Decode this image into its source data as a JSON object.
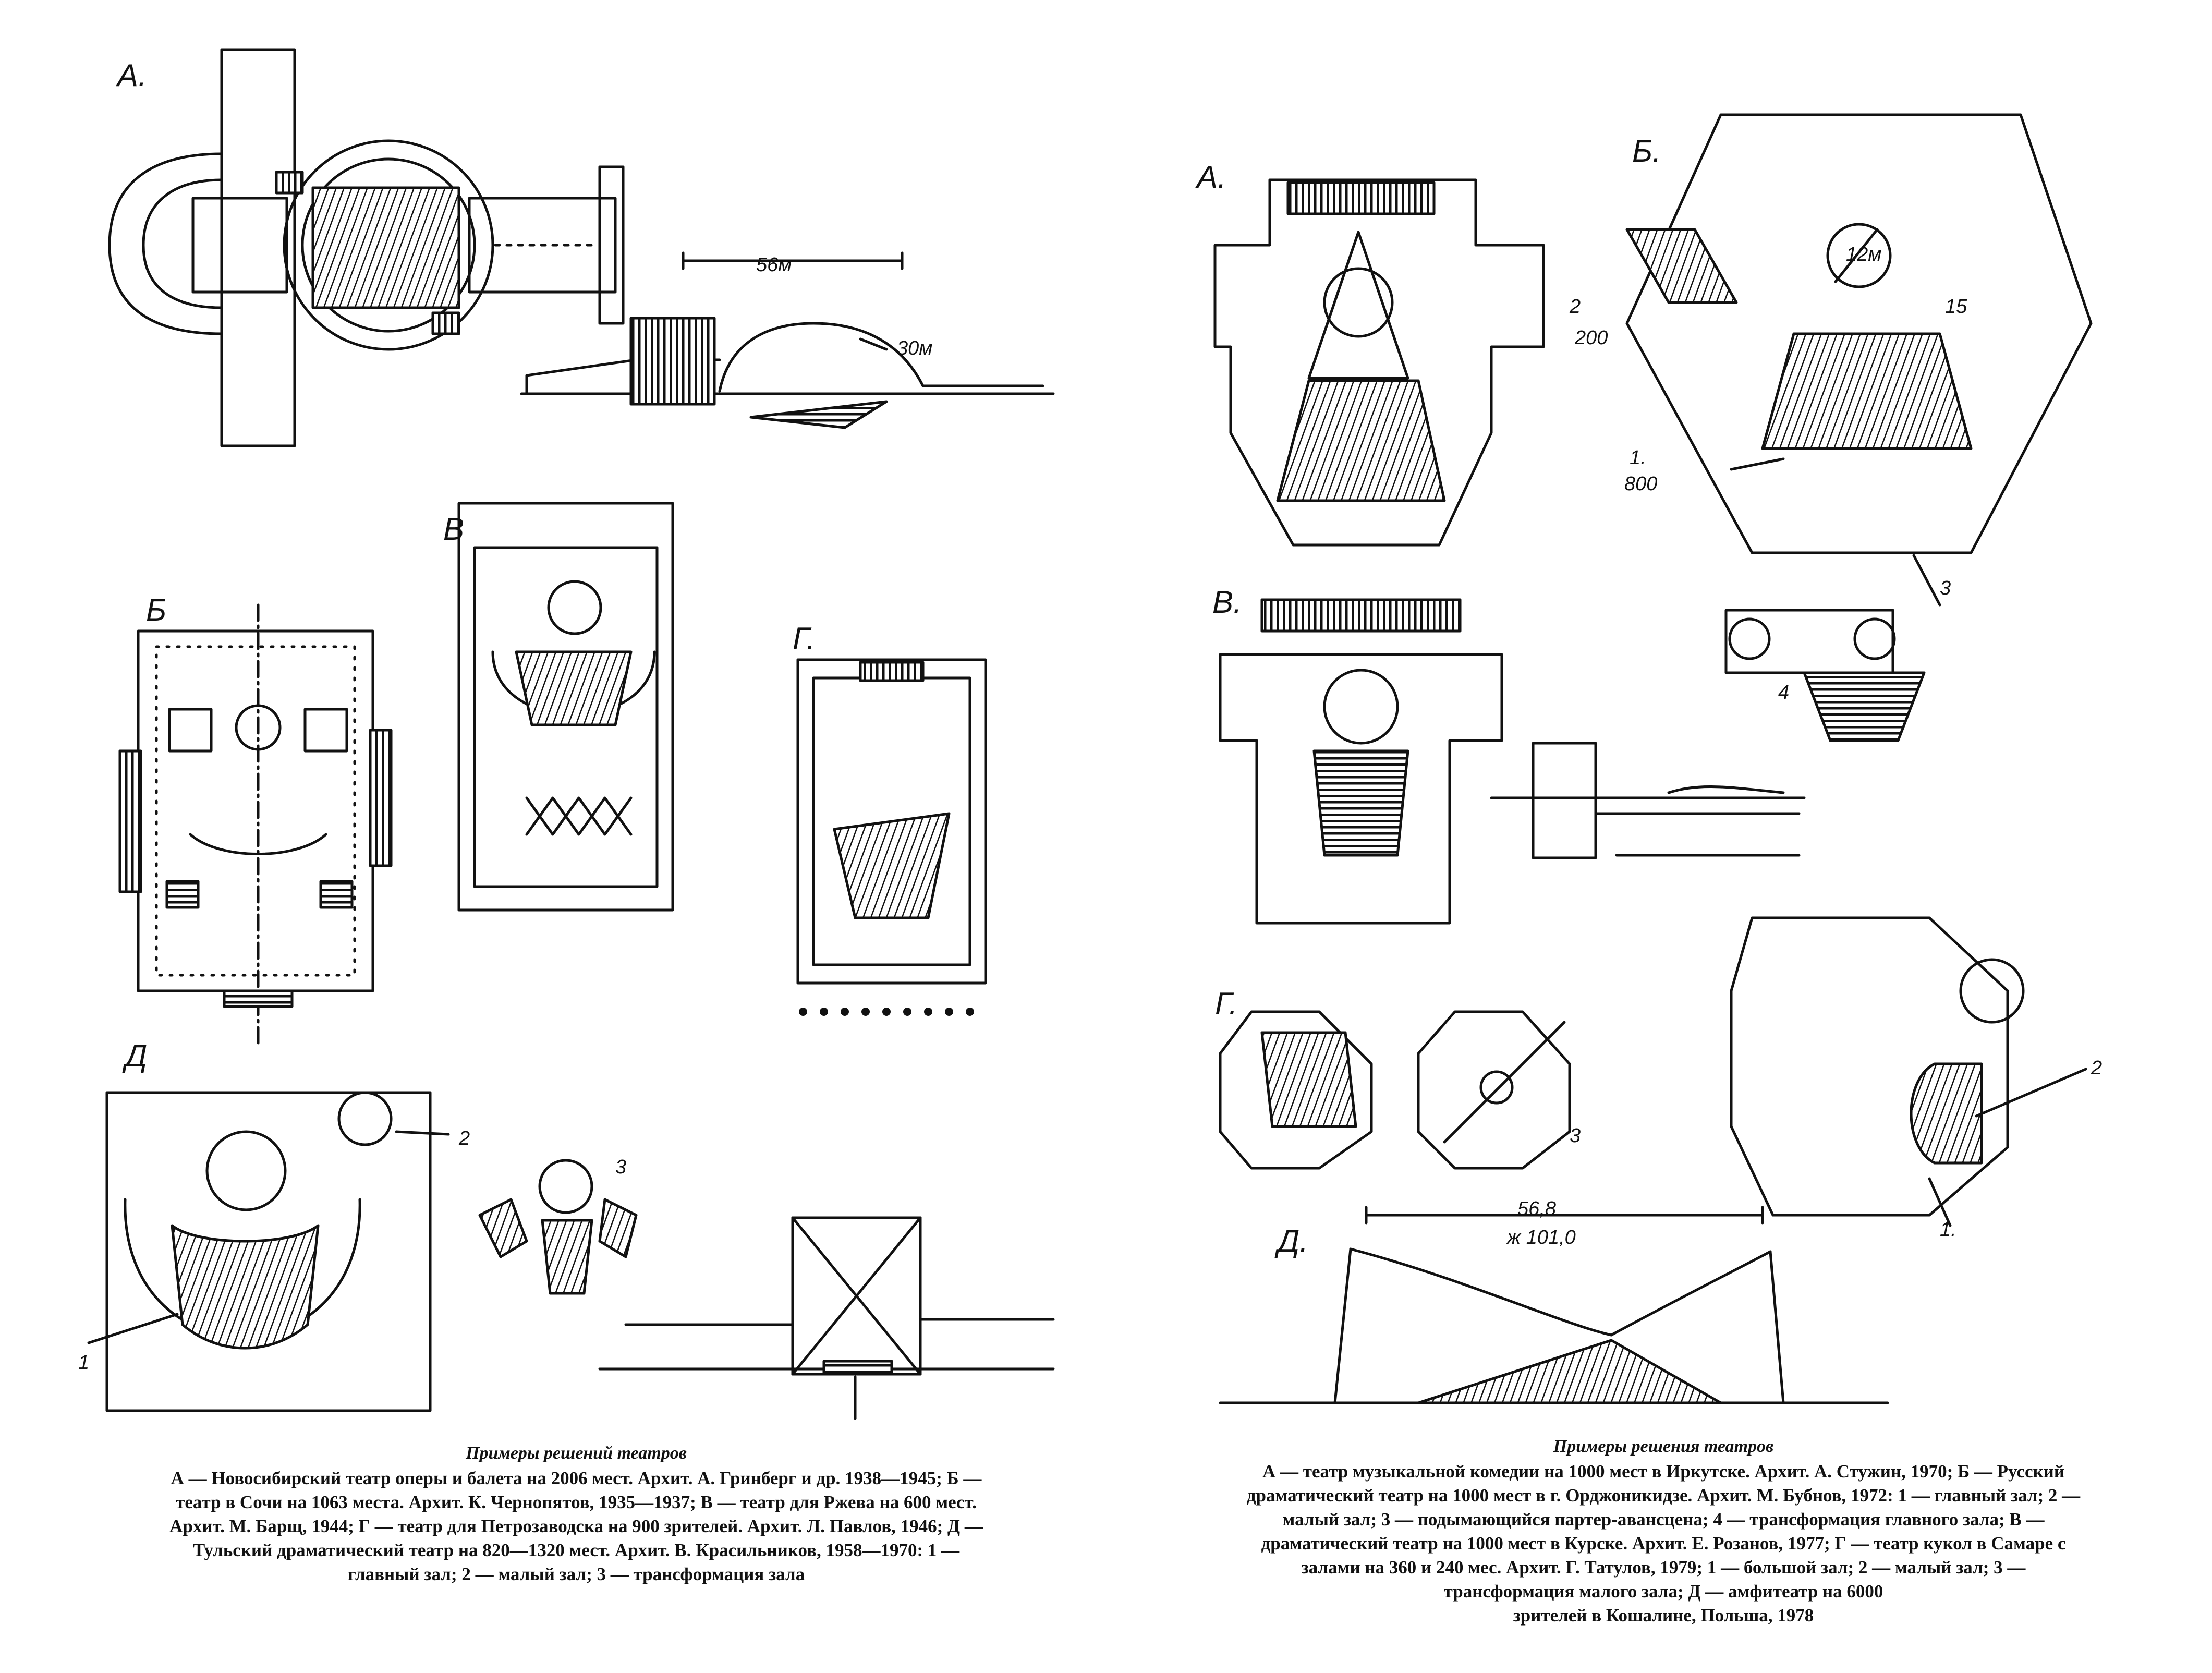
{
  "left_panel": {
    "labels": {
      "A": "А.",
      "B": "Б",
      "V": "В",
      "G": "Г.",
      "D": "Д"
    },
    "annotations": {
      "dim_56": "56м",
      "dim_30": "30м",
      "num_1": "1",
      "num_2": "2",
      "num_3": "3"
    },
    "caption": {
      "title": "Примеры решений театров",
      "lines": [
        "А — Новосибирский театр оперы и балета на 2006 мест. Архит. А. Гринберг и др. 1938—1945; Б —",
        "театр в Сочи на 1063 места. Архит. К. Чернопятов, 1935—1937; В — театр для Ржева на 600 мест.",
        "Архит. М. Барщ, 1944; Г — театр для Петрозаводска на 900 зрителей. Архит. Л. Павлов, 1946; Д —",
        "Тульский драматический театр на 820—1320 мест. Архит. В. Красильников, 1958—1970: 1 —",
        "главный зал; 2 — малый зал; 3 — трансформация зала"
      ]
    }
  },
  "right_panel": {
    "labels": {
      "A": "А.",
      "B": "Б.",
      "V": "В.",
      "G": "Г.",
      "D": "Д."
    },
    "annotations": {
      "dim_12": "12м",
      "num_1": "1.",
      "num_1_seats": "800",
      "num_2": "2",
      "num_2_seats": "200",
      "num_3": "3",
      "num_4": "4",
      "num_15": "15",
      "g_num_3": "3",
      "fig_1": "1.",
      "fig_2": "2",
      "dim_span": "56,8",
      "dim_span2": "ж 101,0"
    },
    "caption": {
      "title": "Примеры решения театров",
      "lines": [
        "А — театр музыкальной комедии на 1000 мест в Иркутске. Архит. А. Стужин, 1970; Б — Русский",
        "драматический театр на 1000 мест в г. Орджоникидзе. Архит. М. Бубнов, 1972: 1 — главный зал; 2 —",
        "малый зал; 3 — подымающийся партер-авансцена; 4 — трансформация главного зала; В —",
        "драматический театр на 1000 мест в Курске. Архит. Е. Розанов, 1977; Г — театр кукол в Самаре с",
        "залами на 360 и 240 мес. Архит. Г. Татулов, 1979; 1 — большой зал; 2 — малый зал; 3 —",
        "трансформация малого зала; Д — амфитеатр на 6000",
        "зрителей в Кошалине, Польша, 1978"
      ]
    }
  }
}
